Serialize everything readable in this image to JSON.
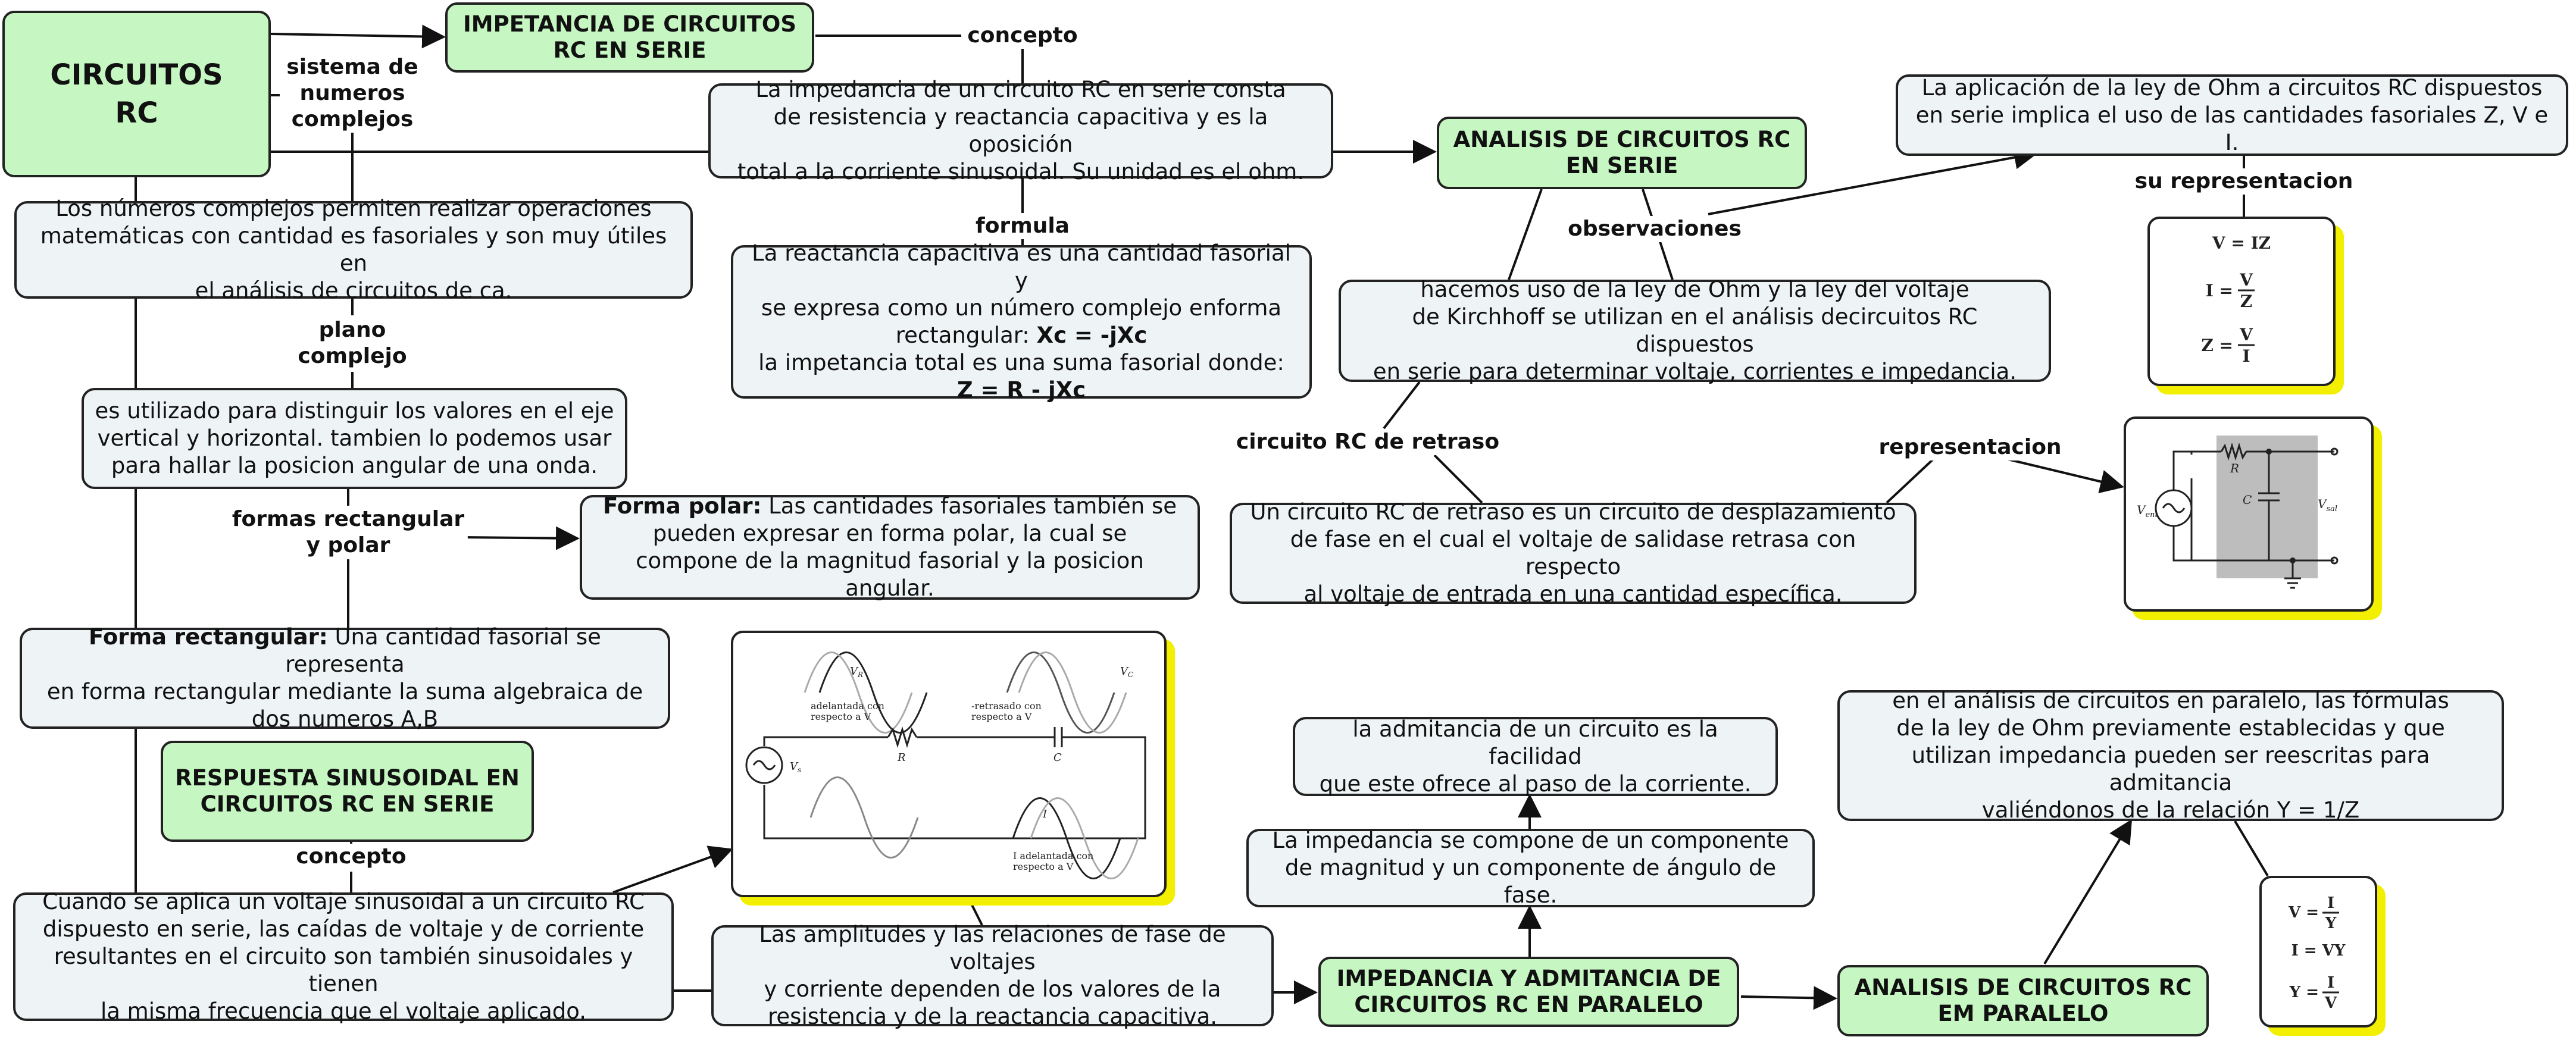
{
  "root": {
    "title": "CIRCUITOS\nRC"
  },
  "topics": {
    "impedancia_serie": "IMPETANCIA DE CIRCUITOS\nRC EN SERIE",
    "analisis_serie": "ANALISIS DE CIRCUITOS RC\nEN SERIE",
    "respuesta_sinusoidal": "RESPUESTA SINUSOIDAL EN\nCIRCUITOS RC EN SERIE",
    "impedancia_paralelo": "IMPEDANCIA Y ADMITANCIA DE\nCIRCUITOS RC EN PARALELO",
    "analisis_paralelo": "ANALISIS DE CIRCUITOS RC\nEM PARALELO"
  },
  "labels": {
    "concepto_1": "concepto",
    "sistema": "sistema de\nnumeros\ncomplejos",
    "formula": "formula",
    "plano": "plano\ncomplejo",
    "formas": "formas rectangular\ny polar",
    "observaciones": "observaciones",
    "su_representacion": "su representacion",
    "circuito_retraso": "circuito RC de retraso",
    "representacion": "representacion",
    "concepto_2": "concepto"
  },
  "notes": {
    "impedancia_def": "La impedancia de un circuito RC en serie consta\nde resistencia y reactancia capacitiva y es la oposición\ntotal a la corriente sinusoidal. Su unidad es el ohm.",
    "complejos_def": "Los números complejos permiten realizar operaciones\nmatemáticas con cantidad es fasoriales y son muy útiles en\nel análisis de circuitos de ca.",
    "reactancia_text": "La reactancia capacitiva es una cantidad fasorial y\nse expresa como un número complejo enforma\nrectangular: ",
    "reactancia_formula": "Xc = -jXc",
    "impedancia_total_text": "la impetancia total es una suma fasorial donde:",
    "impedancia_total_formula": "Z = R - jXc",
    "plano_def": "es utilizado para distinguir los valores en el eje\nvertical y horizontal. tambien lo podemos usar\npara hallar la posicion angular de una onda.",
    "polar_title": "Forma polar:",
    "polar_text": " Las cantidades fasoriales también se\npueden expresar en forma polar, la cual se\ncompone de la magnitud fasorial y la posicion angular.",
    "rect_title": "Forma rectangular:",
    "rect_text": " Una cantidad fasorial se representa\nen forma rectangular mediante la suma algebraica de\ndos numeros A,B",
    "ohm_serie": "La aplicación de la ley de Ohm a circuitos RC dispuestos\nen serie implica el uso de las cantidades fasoriales Z, V e I.",
    "kirchhoff": "hacemos uso de la ley de Ohm y la ley del voltaje\nde Kirchhoff se utilizan en el análisis decircuitos RC dispuestos\nen serie para determinar voltaje, corrientes e impedancia.",
    "retraso_def": "Un circuito RC de retraso es un circuito de desplazamiento\nde fase en el cual el voltaje de salidase retrasa con respecto\nal voltaje de entrada en una cantidad específica.",
    "sinusoidal_def": "Cuando se aplica un voltaje sinusoidal a un circuito RC\ndispuesto en serie, las caídas de voltaje y de corriente\nresultantes en el circuito son también sinusoidales y tienen\nla misma frecuencia que el voltaje aplicado.",
    "amplitudes": "Las amplitudes y las relaciones de fase de voltajes\ny corriente dependen de los valores de la\nresistencia y de la reactancia capacitiva.",
    "admitancia_def": "la admitancia de un circuito es la facilidad\nque este ofrece al paso de la corriente.",
    "impedancia_comp": "La impedancia se compone de un componente\nde magnitud y un componente de ángulo de fase.",
    "paralelo_def": "en el análisis de circuitos en paralelo, las fórmulas\nde la ley de Ohm previamente establecidas y que\nutilizan impedancia pueden ser reescritas para admitancia\nvaliéndonos de la relación Y = 1/Z"
  },
  "images": {
    "ohm_serie_formulas": {
      "l1": "V = IZ",
      "l2a": "I = ",
      "l2n": "V",
      "l2d": "Z",
      "l3a": "Z = ",
      "l3n": "V",
      "l3d": "I"
    },
    "lag_circuit": {
      "vin": "V",
      "vin_sub": "ent",
      "r": "R",
      "c": "C",
      "vout": "V",
      "vout_sub": "sal"
    },
    "sinusoidal_circuit": {
      "vr": "V",
      "vr_sub": "R",
      "vc": "V",
      "vc_sub": "C",
      "vr_note": "adelantada con\nrespecto a V",
      "vc_note": "-retrasado con\nrespecto a V",
      "r": "R",
      "c": "C",
      "vs": "V",
      "vs_sub": "s",
      "i": "I",
      "i_note": "I adelantada con\nrespecto a V"
    },
    "admitancia_formulas": {
      "l1a": "V = ",
      "l1n": "I",
      "l1d": "Y",
      "l2": "I = VY",
      "l3a": "Y = ",
      "l3n": "I",
      "l3d": "V"
    }
  }
}
